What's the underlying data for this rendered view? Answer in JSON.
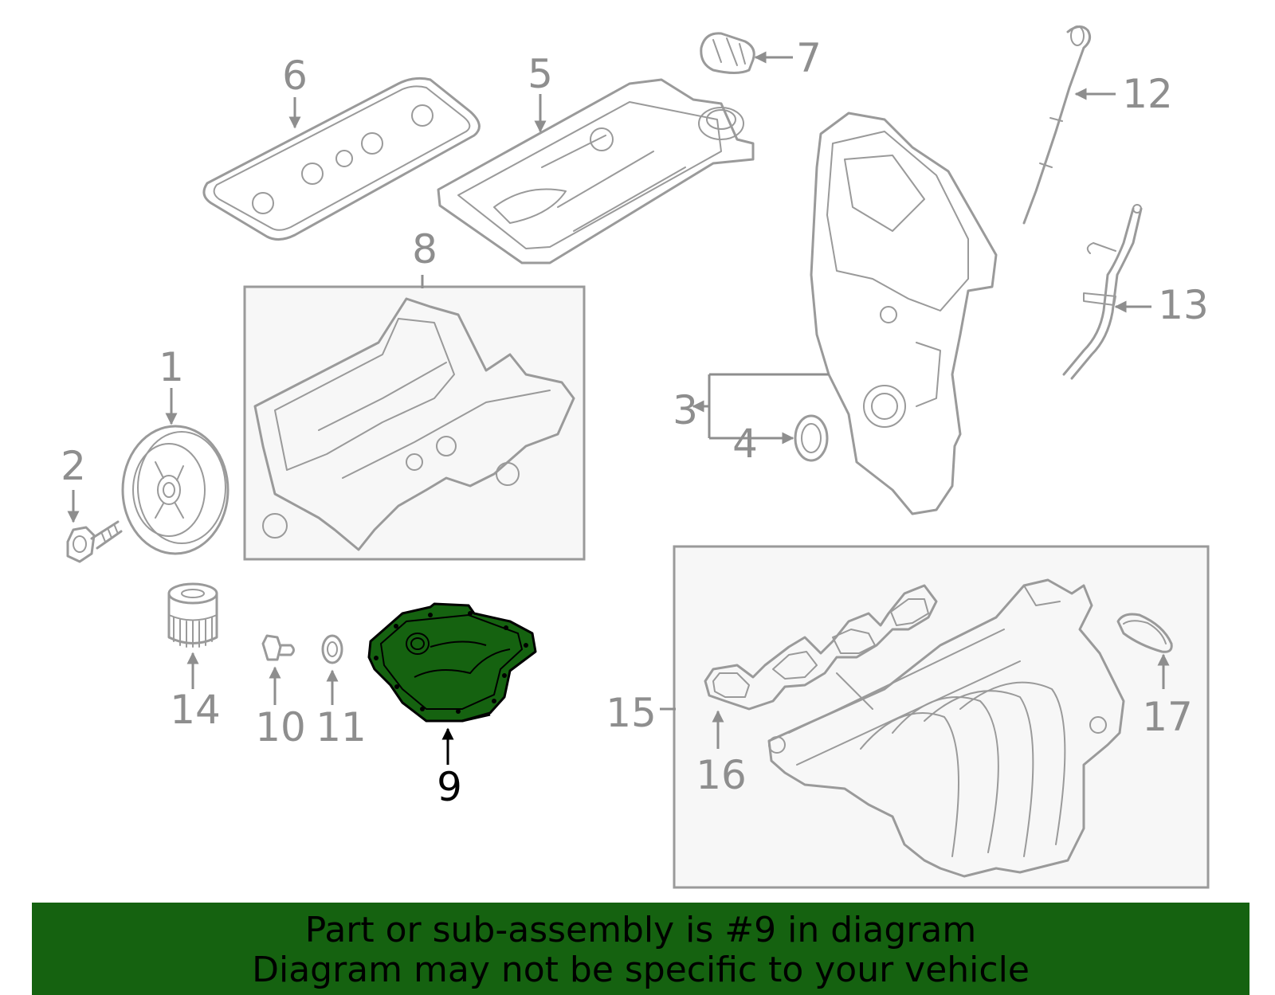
{
  "diagram": {
    "highlight_color": "#156210",
    "callout_color": "#8e8e8e",
    "highlighted_callout": "9",
    "callouts": {
      "c1": "1",
      "c2": "2",
      "c3": "3",
      "c4": "4",
      "c5": "5",
      "c6": "6",
      "c7": "7",
      "c8": "8",
      "c9": "9",
      "c10": "10",
      "c11": "11",
      "c12": "12",
      "c13": "13",
      "c14": "14",
      "c15": "15",
      "c16": "16",
      "c17": "17"
    }
  },
  "banner": {
    "line1": "Part or sub-assembly is #9 in diagram",
    "line2": "Diagram may not be specific to your vehicle",
    "background": "#156210"
  }
}
